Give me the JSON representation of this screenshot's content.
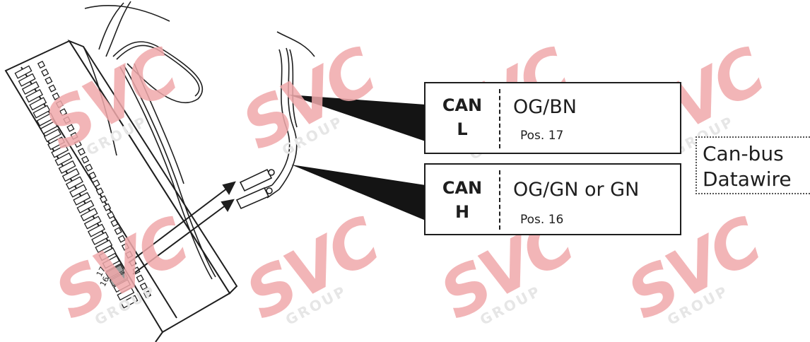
{
  "watermark": {
    "brand": "SVC",
    "sub": "GROUP"
  },
  "connector": {
    "pin_labels": [
      "17",
      "16"
    ]
  },
  "can_l": {
    "name_line1": "CAN",
    "name_line2": "L",
    "color": "OG/BN",
    "position": "Pos. 17"
  },
  "can_h": {
    "name_line1": "CAN",
    "name_line2": "H",
    "color": "OG/GN or GN",
    "position": "Pos. 16"
  },
  "bus_label": {
    "line1": "Can-bus",
    "line2": "Datawire"
  }
}
